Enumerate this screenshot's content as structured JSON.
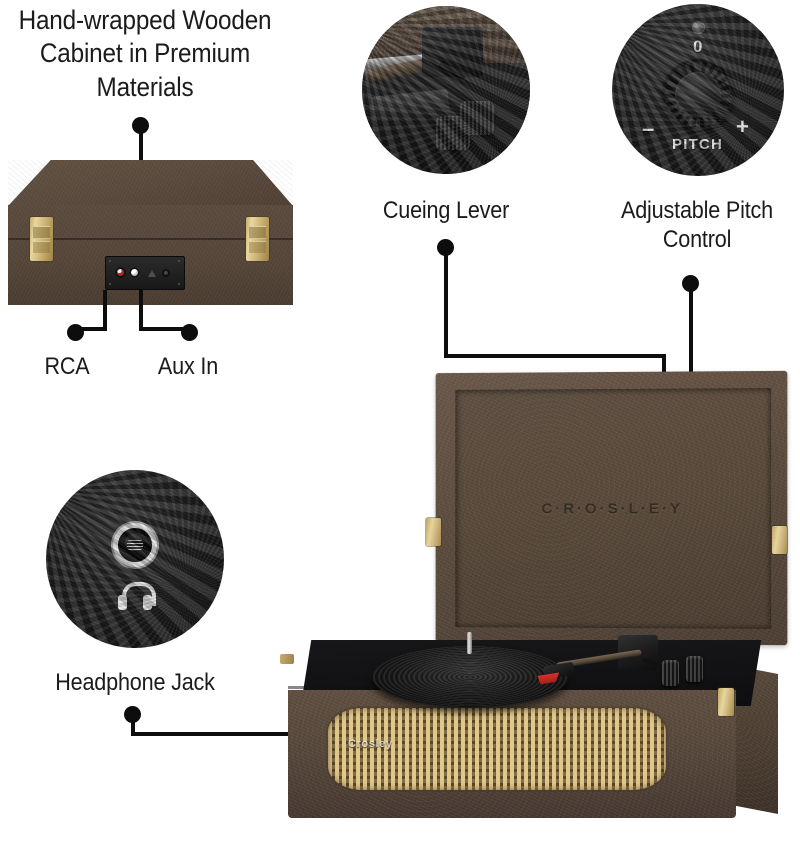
{
  "headline": {
    "text": "Hand-wrapped Wooden\nCabinet in Premium\nMaterials"
  },
  "callouts": {
    "cueing_lever": "Cueing Lever",
    "pitch_control": "Adjustable Pitch\nControl",
    "headphone_jack": "Headphone Jack",
    "rca": "RCA",
    "aux_in": "Aux In"
  },
  "pitch_inset": {
    "zero_mark": "0",
    "minus_mark": "–",
    "plus_mark": "+",
    "pitch_word": "PITCH"
  },
  "product": {
    "lid_brand": "C·R·O·S·L·E·Y",
    "grille_badge": "Crosley"
  },
  "colors": {
    "cabinet_brown": "#5a4a3e",
    "cabinet_brown_light": "#6a5849",
    "cabinet_brown_dark": "#463830",
    "brass": "#d4bc7e",
    "cane_tan": "#e0c78c",
    "black_plinth": "#131315",
    "cartridge_red": "#c62d26",
    "text_black": "#1b1b1b",
    "background": "#ffffff"
  }
}
